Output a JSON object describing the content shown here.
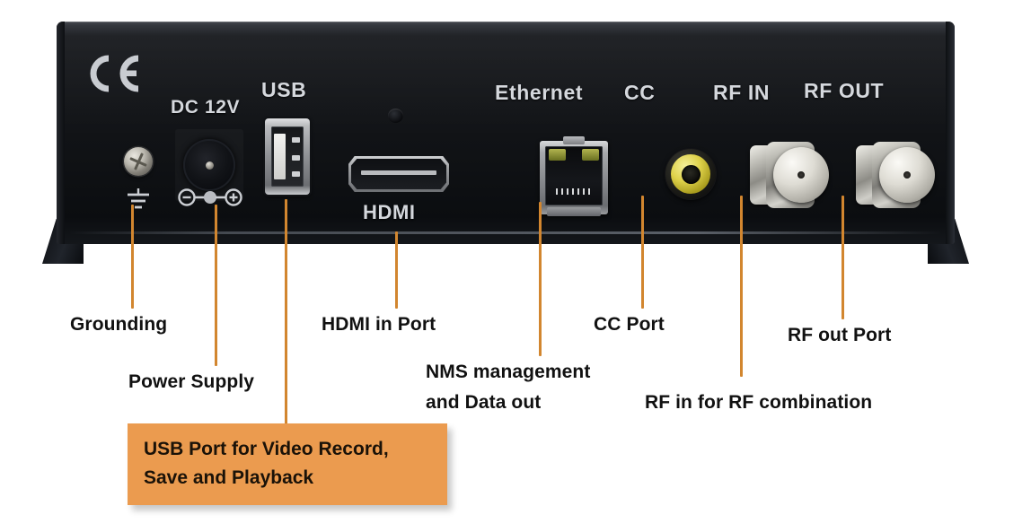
{
  "device": {
    "certification_mark": "CE",
    "port_silkscreen": [
      {
        "id": "dc",
        "label": "DC 12V"
      },
      {
        "id": "usb",
        "label": "USB"
      },
      {
        "id": "hdmi",
        "label": "HDMI"
      },
      {
        "id": "ethernet",
        "label": "Ethernet"
      },
      {
        "id": "cc",
        "label": "CC"
      },
      {
        "id": "rf_in",
        "label": "RF IN"
      },
      {
        "id": "rf_out",
        "label": "RF OUT"
      }
    ]
  },
  "callouts": [
    {
      "id": "grounding",
      "text": "Grounding",
      "highlighted": false
    },
    {
      "id": "power-supply",
      "text": "Power Supply",
      "highlighted": false
    },
    {
      "id": "usb-port",
      "text": "USB Port for Video Record, Save and Playback",
      "line1": "USB Port for Video Record,",
      "line2": "Save and Playback",
      "highlighted": true
    },
    {
      "id": "hdmi-in-port",
      "text": "HDMI in Port",
      "highlighted": false
    },
    {
      "id": "nms-management",
      "text": "NMS management and Data out",
      "line1": "NMS management",
      "line2": "and Data out",
      "highlighted": false
    },
    {
      "id": "cc-port",
      "text": "CC Port",
      "highlighted": false
    },
    {
      "id": "rf-in-combination",
      "text": "RF in for RF combination",
      "highlighted": false
    },
    {
      "id": "rf-out-port",
      "text": "RF out Port",
      "highlighted": false
    }
  ],
  "colors": {
    "highlight_fill": "#eb9b4f",
    "leader_line": "#d2862f",
    "label_text": "#111111",
    "chassis": "#101215",
    "silkscreen_text": "#d5d8dd",
    "rca_jack": "#dfd24a",
    "background": "#ffffff"
  }
}
